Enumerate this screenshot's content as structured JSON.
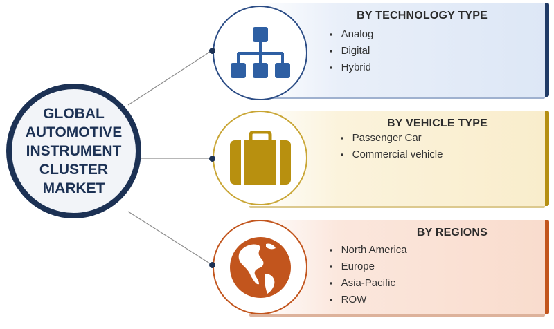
{
  "hub": {
    "title": "GLOBAL\nAUTOMOTIVE\nINSTRUMENT\nCLUSTER\nMARKET"
  },
  "segments": [
    {
      "heading": "BY TECHNOLOGY TYPE",
      "icon": "hierarchy-icon",
      "color": "#2e5fa3",
      "items": [
        "Analog",
        "Digital",
        "Hybrid"
      ]
    },
    {
      "heading": "BY VEHICLE TYPE",
      "icon": "suitcase-icon",
      "color": "#b8900f",
      "items": [
        "Passenger Car",
        "Commercial vehicle"
      ]
    },
    {
      "heading": "BY REGIONS",
      "icon": "globe-icon",
      "color": "#c2551d",
      "items": [
        "North America",
        "Europe",
        "Asia-Pacific",
        "ROW"
      ]
    }
  ]
}
